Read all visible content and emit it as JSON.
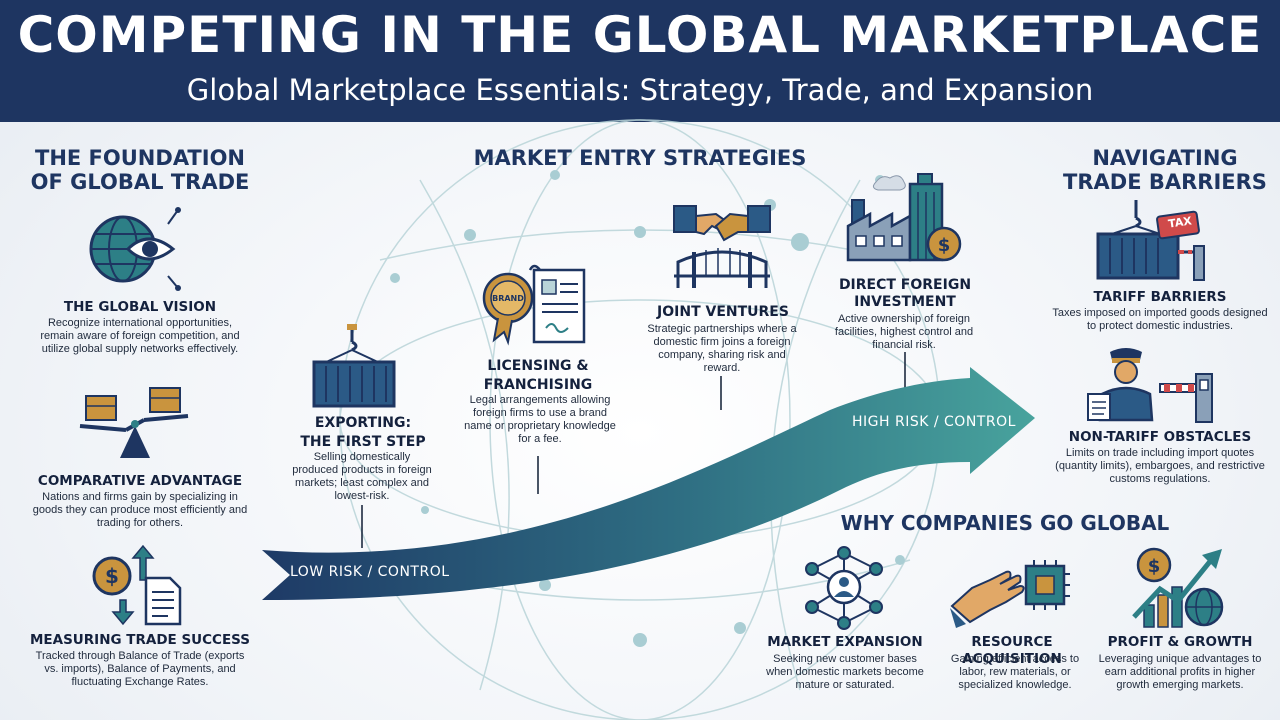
{
  "header": {
    "title": "COMPETING IN THE GLOBAL MARKETPLACE",
    "subtitle": "Global Marketplace Essentials: Strategy, Trade, and Expansion"
  },
  "foundation": {
    "heading": "THE FOUNDATION OF GLOBAL TRADE",
    "items": [
      {
        "title": "THE GLOBAL VISION",
        "icon": "globe-eye-icon",
        "text": "Recognize international opportunities, remain aware of foreign competition, and utilize global supply networks effectively."
      },
      {
        "title": "COMPARATIVE ADVANTAGE",
        "icon": "balance-scale-icon",
        "text": "Nations and firms gain by specializing in goods they can produce most efficiently and trading for others."
      },
      {
        "title": "MEASURING TRADE SUCCESS",
        "icon": "trade-balance-icon",
        "text": "Tracked through Balance of Trade (exports vs. imports), Balance of Payments, and fluctuating Exchange Rates."
      }
    ]
  },
  "strategies": {
    "heading": "MARKET ENTRY STRATEGIES",
    "low_label": "LOW RISK / CONTROL",
    "high_label": "HIGH RISK / CONTROL",
    "items": [
      {
        "title": "EXPORTING: THE FIRST STEP",
        "icon": "shipping-container-icon",
        "text": "Selling domestically produced products in foreign markets; least complex and lowest-risk."
      },
      {
        "title": "LICENSING & FRANCHISING",
        "icon": "license-document-icon",
        "badge": "BRAND",
        "text": "Legal arrangements allowing foreign firms to use a brand name or proprietary knowledge for a fee."
      },
      {
        "title": "JOINT VENTURES",
        "icon": "handshake-bridge-icon",
        "text": "Strategic partnerships where a domestic firm joins a foreign company, sharing risk and reward."
      },
      {
        "title": "DIRECT FOREIGN INVESTMENT",
        "icon": "factory-building-icon",
        "text": "Active ownership of foreign facilities, highest control and financial risk."
      }
    ]
  },
  "barriers": {
    "heading": "NAVIGATING TRADE BARRIERS",
    "items": [
      {
        "title": "TARIFF BARRIERS",
        "icon": "tariff-container-icon",
        "badge": "TAX",
        "text": "Taxes imposed on imported goods designed to protect domestic industries."
      },
      {
        "title": "NON-TARIFF OBSTACLES",
        "icon": "customs-officer-icon",
        "text": "Limits on trade including import quotes (quantity limits), embargoes, and restrictive customs regulations."
      }
    ]
  },
  "reasons": {
    "heading": "WHY COMPANIES GO GLOBAL",
    "items": [
      {
        "title": "MARKET EXPANSION",
        "icon": "network-people-icon",
        "text": "Seeking new customer bases when domestic markets become mature or saturated."
      },
      {
        "title": "RESOURCE ACQUISITION",
        "icon": "hand-chip-icon",
        "text": "Gaining efficient access to labor, rew materials, or specialized knowledge."
      },
      {
        "title": "PROFIT & GROWTH",
        "icon": "growth-chart-icon",
        "text": "Leveraging unique advantages to earn additional profits in higher growth emerging markets."
      }
    ]
  },
  "colors": {
    "navy": "#1e3561",
    "teal": "#2d7f86",
    "arrow_start": "#1e3a66",
    "arrow_end": "#3f9a97",
    "gold": "#c9943e"
  }
}
